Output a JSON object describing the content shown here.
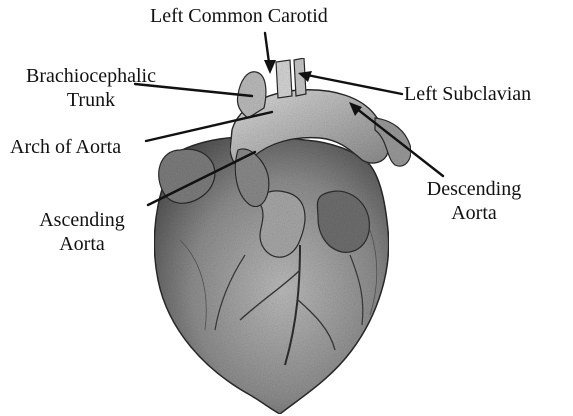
{
  "labels": {
    "left_common_carotid": "Left Common Carotid",
    "brachiocephalic_trunk": [
      "Brachiocephalic",
      "Trunk"
    ],
    "left_subclavian": "Left Subclavian",
    "arch_of_aorta": "Arch of Aorta",
    "descending_aorta": [
      "Descending",
      "Aorta"
    ],
    "ascending_aorta": [
      "Ascending",
      "Aorta"
    ]
  },
  "colors": {
    "ink": "#111111",
    "heart_dark": "#5a5a5a",
    "heart_mid": "#9a9a9a",
    "heart_light": "#d4d4d4",
    "background": "#ffffff"
  }
}
